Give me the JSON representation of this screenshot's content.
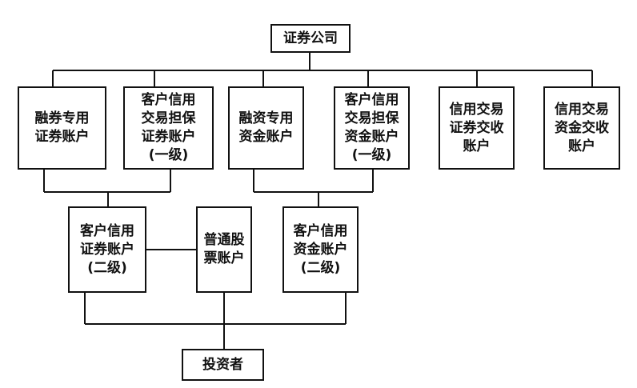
{
  "top": {
    "company": "证券公司"
  },
  "accounts": {
    "margin_short_securities": "融券专用\n证券账户",
    "client_credit_securities_level1": "客户信用\n交易担保\n证券账户\n(一级)",
    "margin_financing_funds": "融资专用\n资金账户",
    "client_credit_funds_level1": "客户信用\n交易担保\n资金账户\n(一级)",
    "credit_settlement_securities": "信用交易\n证券交收\n账户",
    "credit_settlement_funds": "信用交易\n资金交收\n账户"
  },
  "sub_accounts": {
    "client_credit_securities_level2": "客户信用\n证券账户\n(二级)",
    "ordinary_stock": "普通股\n票账户",
    "client_credit_funds_level2": "客户信用\n资金账户\n(二级)"
  },
  "bottom": {
    "investor": "投资者"
  }
}
